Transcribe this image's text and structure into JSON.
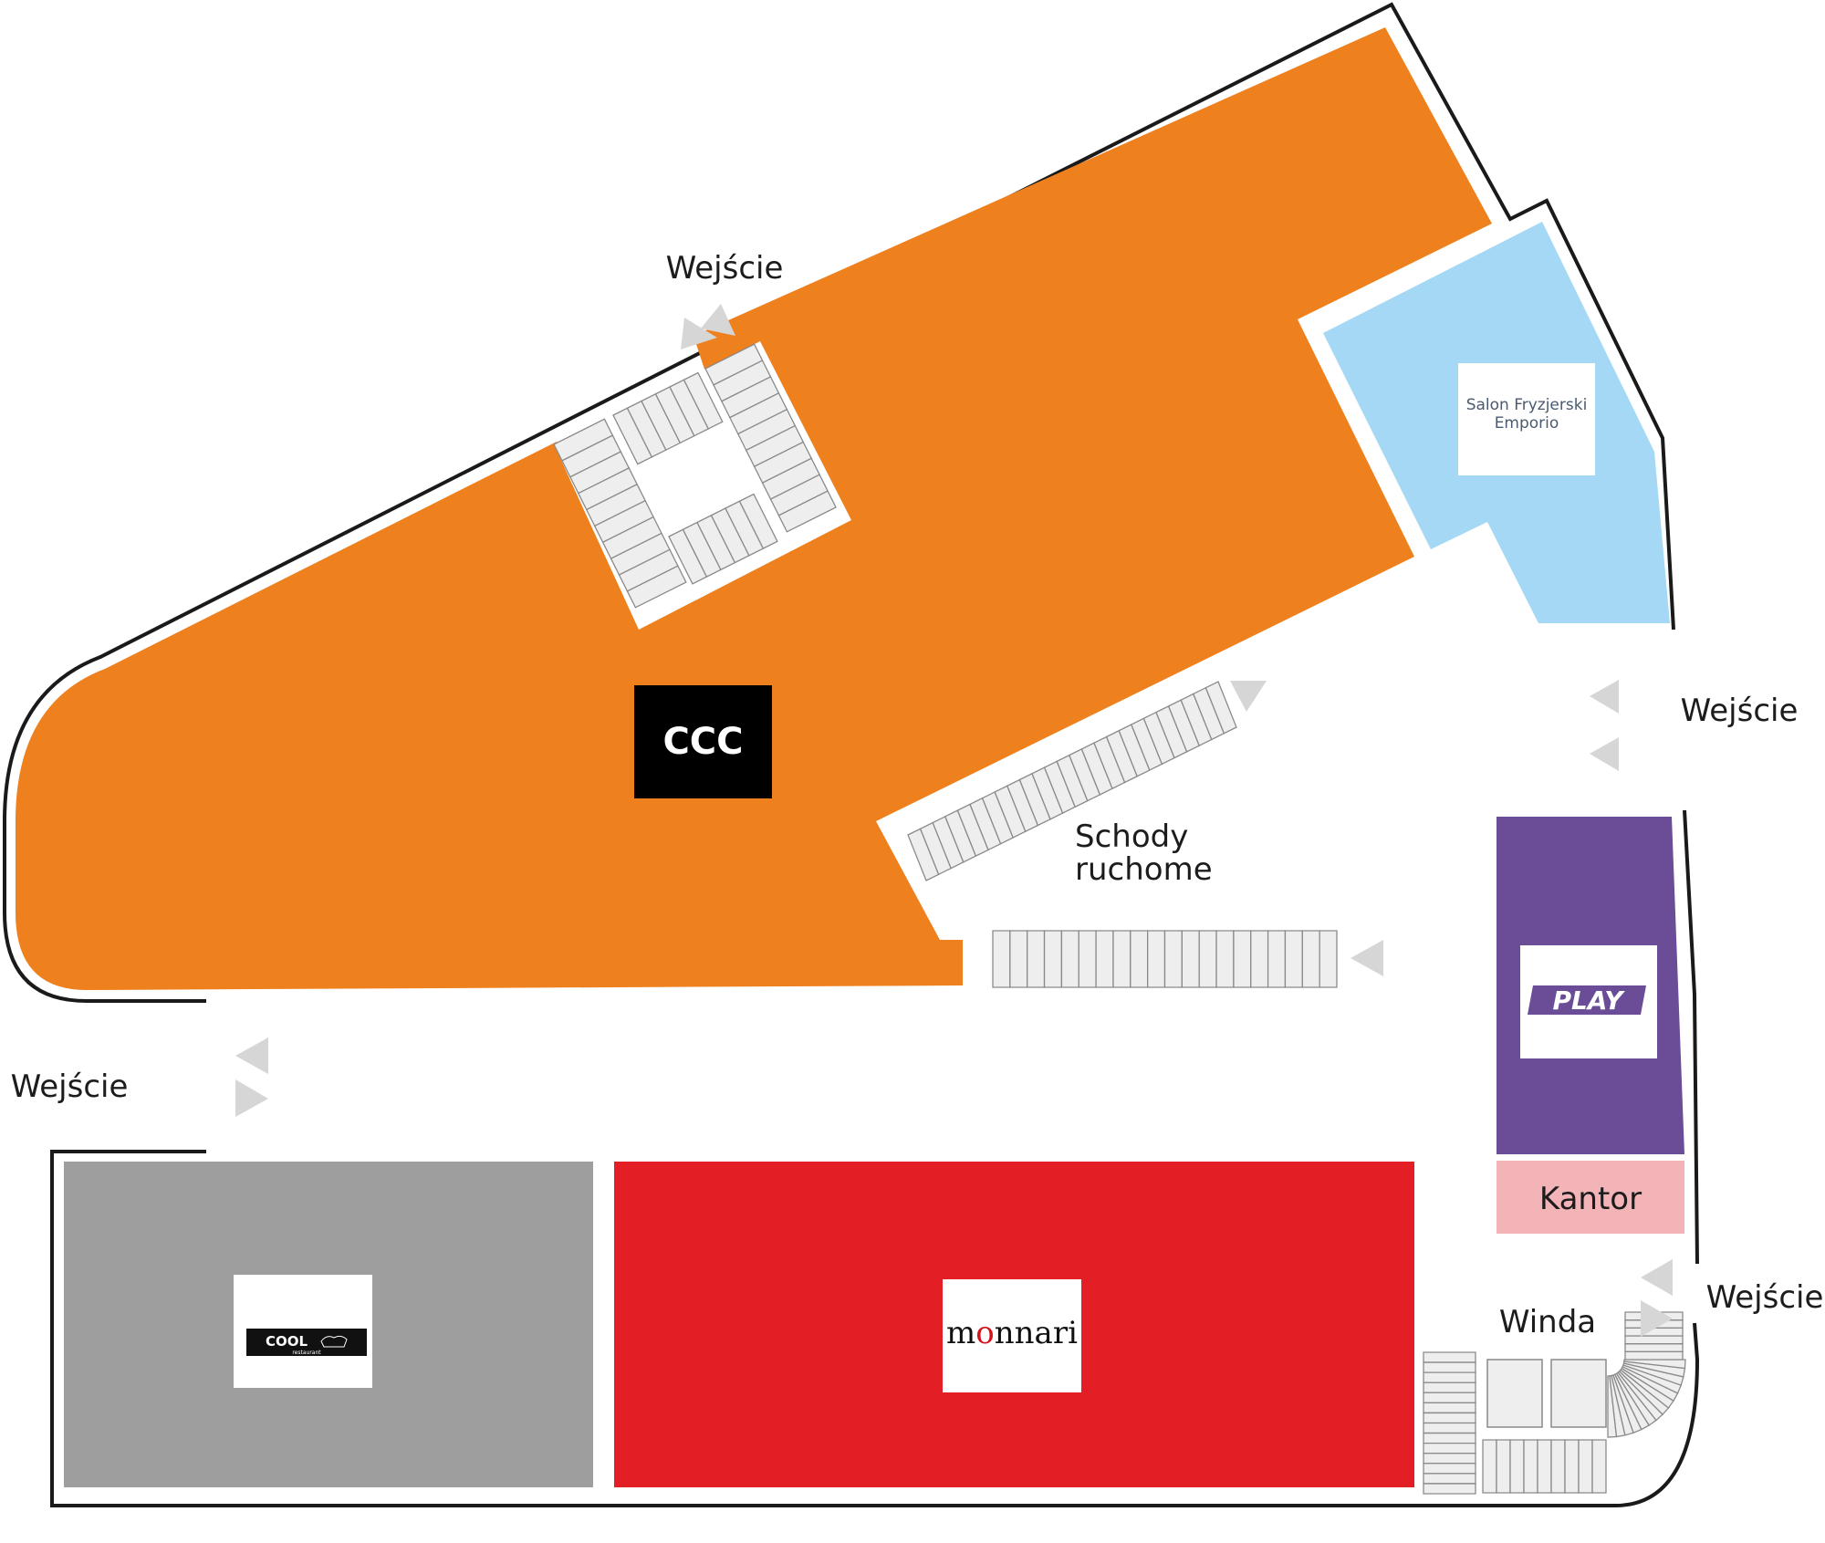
{
  "colors": {
    "ccc_area": "#ee801e",
    "emporio_area": "#a4d8f4",
    "play_area": "#6a4c97",
    "kantor_area": "#f3b4b7",
    "cool_area": "#9d9e9d",
    "monnari_area": "#e31e25",
    "arrow": "#d6d6d6",
    "wall": "#1a1a1a",
    "monnari_accent": "#d3141c"
  },
  "stores": {
    "ccc": {
      "logo": "CCC"
    },
    "emporio": {
      "logo_line1": "Salon Fryzjerski",
      "logo_line2": "Emporio"
    },
    "play": {
      "logo": "PLAY"
    },
    "kantor": {
      "label": "Kantor"
    },
    "cool": {
      "logo": "COOL",
      "logo_sub": "restaurant"
    },
    "monnari": {
      "logo_pre": "m",
      "logo_accent": "o",
      "logo_post": "nnari"
    }
  },
  "labels": {
    "entrance_top": "Wejście",
    "entrance_right_upper": "Wejście",
    "entrance_left": "Wejście",
    "entrance_right_lower": "Wejście",
    "escalators_line1": "Schody",
    "escalators_line2": "ruchome",
    "elevator": "Winda"
  },
  "icons": {
    "entrance_arrow": "triangle-arrow-icon",
    "stairs": "stairs-icon"
  }
}
